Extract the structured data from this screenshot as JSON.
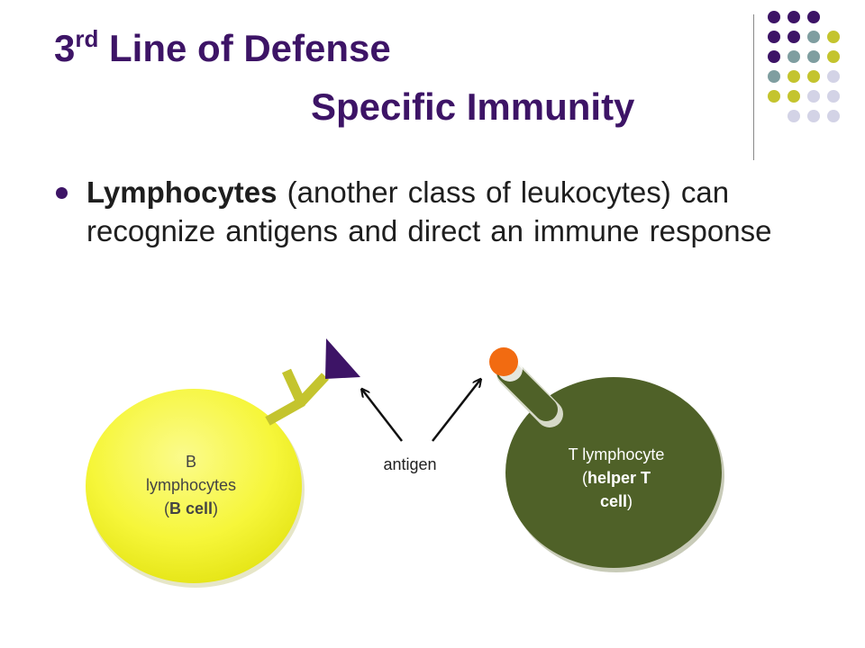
{
  "title": {
    "line1_prefix": "3",
    "line1_sup": "rd",
    "line1_rest": " Line of Defense",
    "line2": "Specific Immunity"
  },
  "bullet": {
    "bold": "Lymphocytes",
    "rest": " (another class of leukocytes) can recognize antigens and direct an immune response"
  },
  "diagram": {
    "b_cell": {
      "line1": "B",
      "line2": "lymphocytes",
      "line3_open": "(",
      "line3_bold": "B cell",
      "line3_close": ")"
    },
    "t_cell": {
      "line1": "T lymphocyte",
      "line2_open": "(",
      "line2_bold": "helper T",
      "line3_bold": "cell",
      "line3_close": ")"
    },
    "antigen_label": "antigen"
  },
  "colors": {
    "title": "#3d1466",
    "b_cell_fill": "#f2f21c",
    "t_cell_fill": "#4f6128",
    "antibody": "#c4c42e",
    "antigen_triangle": "#3d1466",
    "antigen_circle": "#f26b11",
    "dot_palette": [
      "#3d1466",
      "#7f9ea0",
      "#c4c42e",
      "#d3d3e6"
    ]
  },
  "decoration": {
    "dot_grid_colors": [
      [
        "#3d1466",
        "#3d1466",
        "#3d1466",
        ""
      ],
      [
        "#3d1466",
        "#3d1466",
        "#7f9ea0",
        "#c4c42e"
      ],
      [
        "#3d1466",
        "#7f9ea0",
        "#7f9ea0",
        "#c4c42e"
      ],
      [
        "#7f9ea0",
        "#c4c42e",
        "#c4c42e",
        "#d3d3e6"
      ],
      [
        "#c4c42e",
        "#c4c42e",
        "#d3d3e6",
        "#d3d3e6"
      ],
      [
        "",
        "#d3d3e6",
        "#d3d3e6",
        "#d3d3e6"
      ]
    ]
  }
}
